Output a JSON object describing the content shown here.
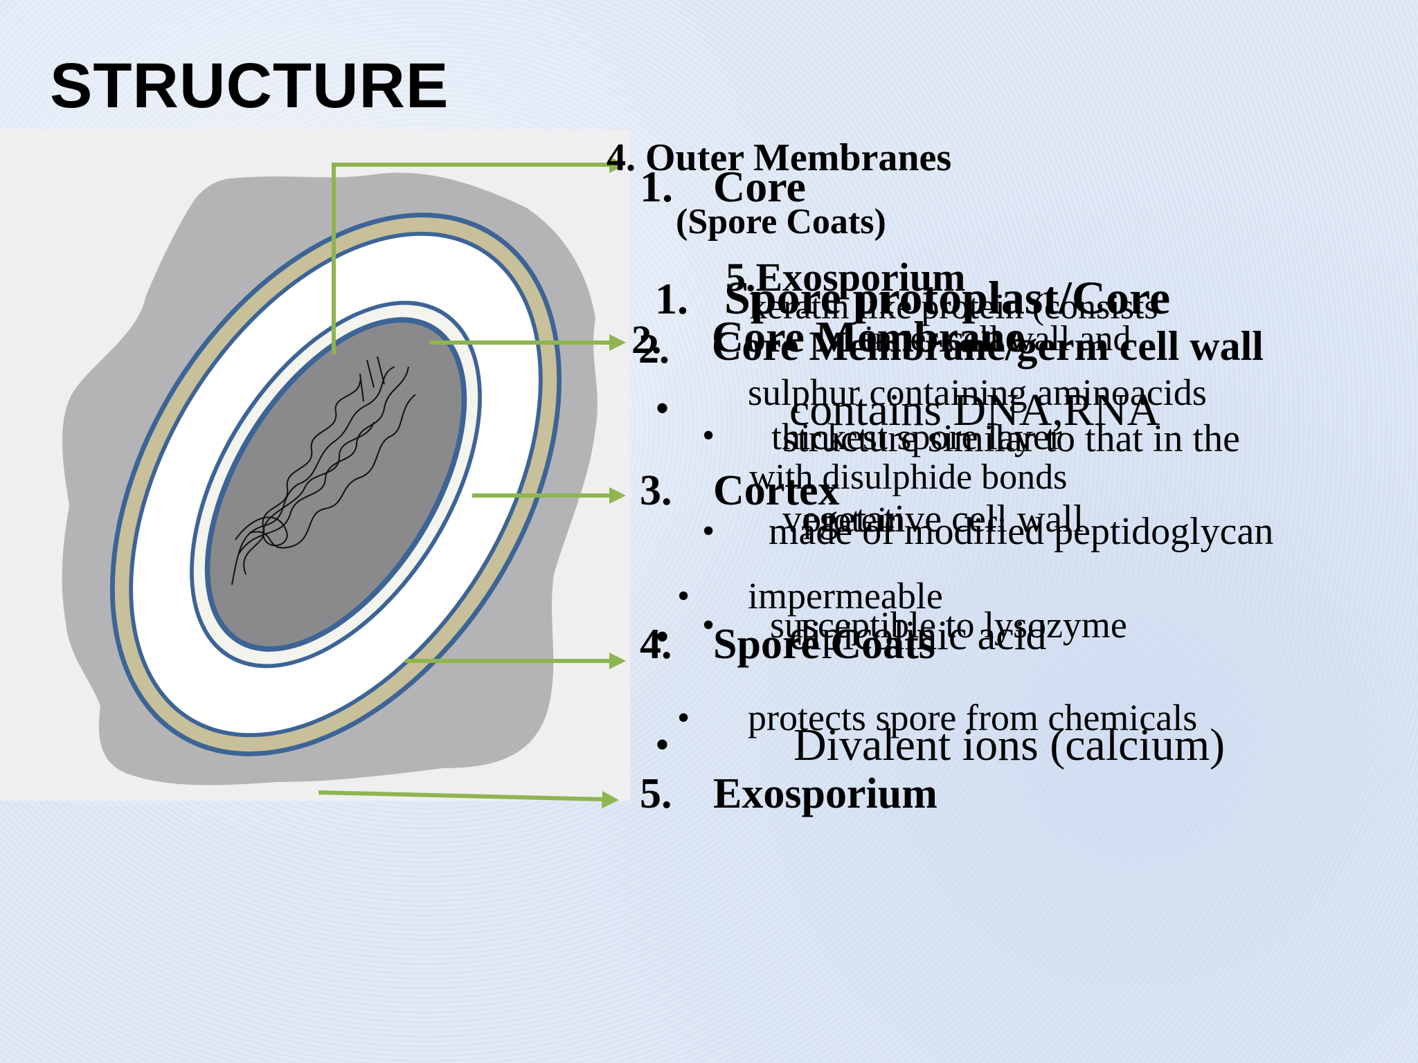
{
  "slide": {
    "title": "STRUCTURE"
  },
  "layers": {
    "a": {
      "outer_membranes": "4. Outer Membranes",
      "spore_coats_paren": "(Spore Coats)",
      "exosporium_heading": "5.Exosporium",
      "keratin_line": "keratin like protein (consists",
      "sulphur_line": "sulphur containing aminoacids",
      "disulphide_line": "with disulphide bonds",
      "protein_line": "protein",
      "impermeable": "impermeable",
      "protects": "protects spore from chemicals"
    },
    "b": {
      "core_num": "1.",
      "core_label": "Core",
      "cortex_num": "3.",
      "cortex_label": "Cortex",
      "spore_coats_num": "4.",
      "spore_coats_label": "Spore Coats",
      "exosporium_num": "5.",
      "exosporium_label": "Exosporium"
    },
    "c": {
      "protoplast_num": "1.",
      "protoplast_label": "Spore protoplast/Core",
      "contains_dna": "contains DNA,RNA",
      "dipicolinic": "dipicolinic acid",
      "divalent": "Divalent ions (calcium)"
    },
    "d": {
      "core_membrane_num": "2.",
      "core_membrane_label": "Core Membrane",
      "core_membrane_num2": "2.",
      "core_membrane_germ": "Core  Membrane/germ cell wall",
      "germ_sub": "3. Cortex",
      "inner_cell_wall": "inner cell wall and",
      "structure_similar": "structure similar to that in the",
      "vegetative": "vegetative cell wall",
      "thickest": "thickest spore layer",
      "modified": "made of modified peptidoglycan",
      "lysozyme": "susceptible to lysozyme"
    },
    "bullet": "•"
  },
  "colors": {
    "arrow": "#8db550",
    "ring_blue": "#3d6496",
    "ring_tan": "#c8c09a",
    "core_gray": "#8a8a8d",
    "exosporium_gray": "#b3b3b5"
  }
}
